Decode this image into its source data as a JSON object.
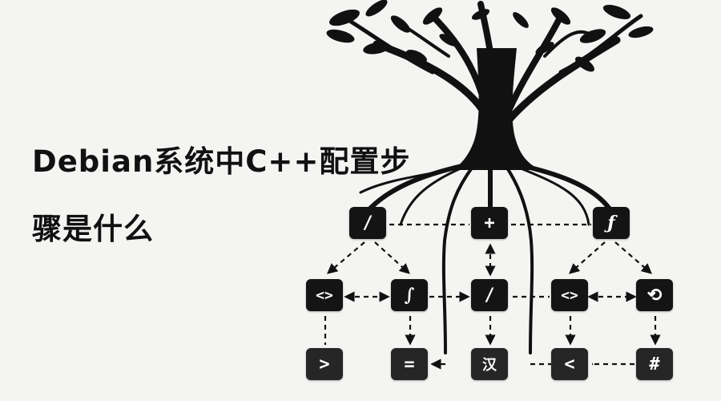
{
  "title": {
    "line1": "Debian系统中C++配置步",
    "line2": "骤是什么"
  },
  "illustration": {
    "top_nodes": [
      "/",
      "+",
      "ƒ"
    ],
    "middle_nodes": [
      "<>",
      "∫",
      "/",
      "<>",
      "⟲"
    ],
    "bottom_nodes": [
      ">",
      "=",
      "汉",
      "<",
      "#"
    ],
    "colors": {
      "node": "#141414",
      "ink": "#111111",
      "background": "#f4f4f2"
    }
  }
}
